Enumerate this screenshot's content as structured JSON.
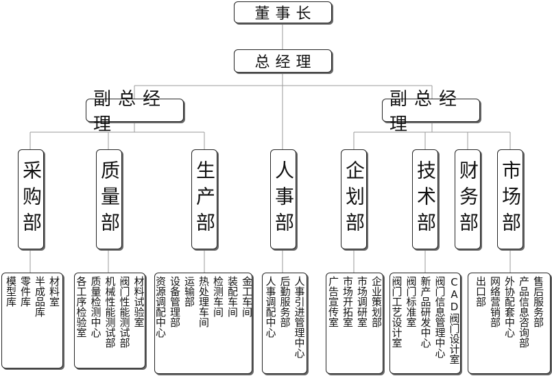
{
  "chairman": "董事长",
  "general_manager": "总经理",
  "vp_left": "副总经理",
  "vp_right": "副总经理",
  "departments": [
    {
      "key": "caigou",
      "name": "采购部",
      "units": [
        "材料室",
        "半成品库",
        "零件库",
        "模型库"
      ]
    },
    {
      "key": "zhiliang",
      "name": "质量部",
      "units": [
        "材料试验室",
        "阀门性能测试部",
        "机械性能测试部",
        "质量检测中心",
        "各工序检验室"
      ]
    },
    {
      "key": "shengchan",
      "name": "生产部",
      "units": [
        "金工车间",
        "装配车间",
        "检测车间",
        "热处理车间",
        "运输部",
        "设备管理部",
        "资源调配中心"
      ]
    },
    {
      "key": "renshi",
      "name": "人事部",
      "units": [
        "人事引进管理中心",
        "后勤服务部",
        "人事调配中心"
      ]
    },
    {
      "key": "qihua",
      "name": "企划部",
      "units": [
        "企业策划部",
        "市场调研室",
        "市场开拓室",
        "广告宣传室"
      ]
    },
    {
      "key": "jishu",
      "name": "技术部",
      "units": [
        "CAD阀门设计室",
        "阀门信息管理中心",
        "新产品研发中心",
        "阀门标准室",
        "阀门工艺设计室"
      ]
    },
    {
      "key": "caiwu",
      "name": "财务部",
      "units": []
    },
    {
      "key": "shichang",
      "name": "市场部",
      "units": [
        "售后服务部",
        "产品信息咨询部",
        "外协配套中心",
        "网络营销部",
        "出口部"
      ]
    }
  ]
}
